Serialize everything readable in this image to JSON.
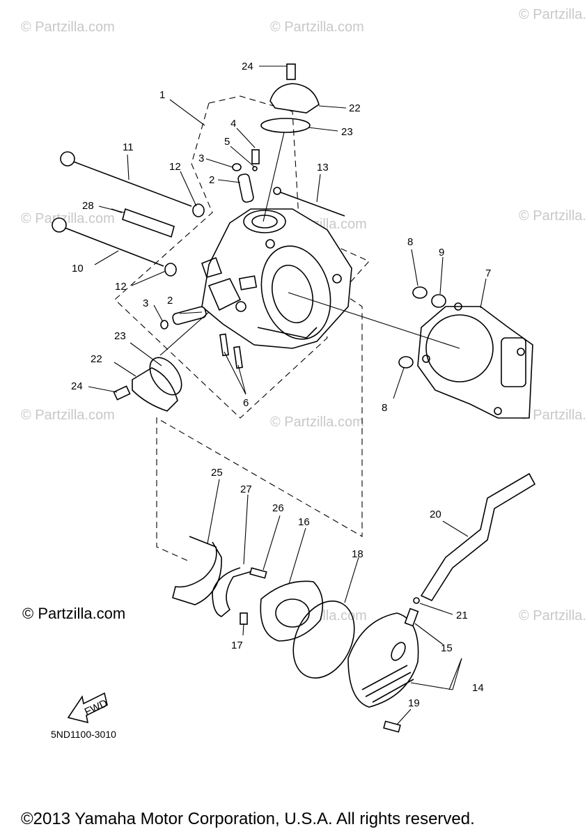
{
  "watermark": "© Partzilla.com",
  "logo_text": "© Partzilla.com",
  "diagram_code": "5ND1100-3010",
  "fwd_label": "FWD",
  "copyright": "©2013 Yamaha Motor Corporation, U.S.A. All rights reserved.",
  "callouts": {
    "c1": "1",
    "c2a": "2",
    "c2b": "2",
    "c3a": "3",
    "c3b": "3",
    "c4": "4",
    "c5": "5",
    "c6": "6",
    "c7": "7",
    "c8a": "8",
    "c8b": "8",
    "c9": "9",
    "c10": "10",
    "c11": "11",
    "c12a": "12",
    "c12b": "12",
    "c13": "13",
    "c14": "14",
    "c15": "15",
    "c16": "16",
    "c17": "17",
    "c18": "18",
    "c19": "19",
    "c20": "20",
    "c21": "21",
    "c22a": "22",
    "c22b": "22",
    "c23a": "23",
    "c23b": "23",
    "c24a": "24",
    "c24b": "24",
    "c25": "25",
    "c26": "26",
    "c27": "27",
    "c28": "28"
  }
}
